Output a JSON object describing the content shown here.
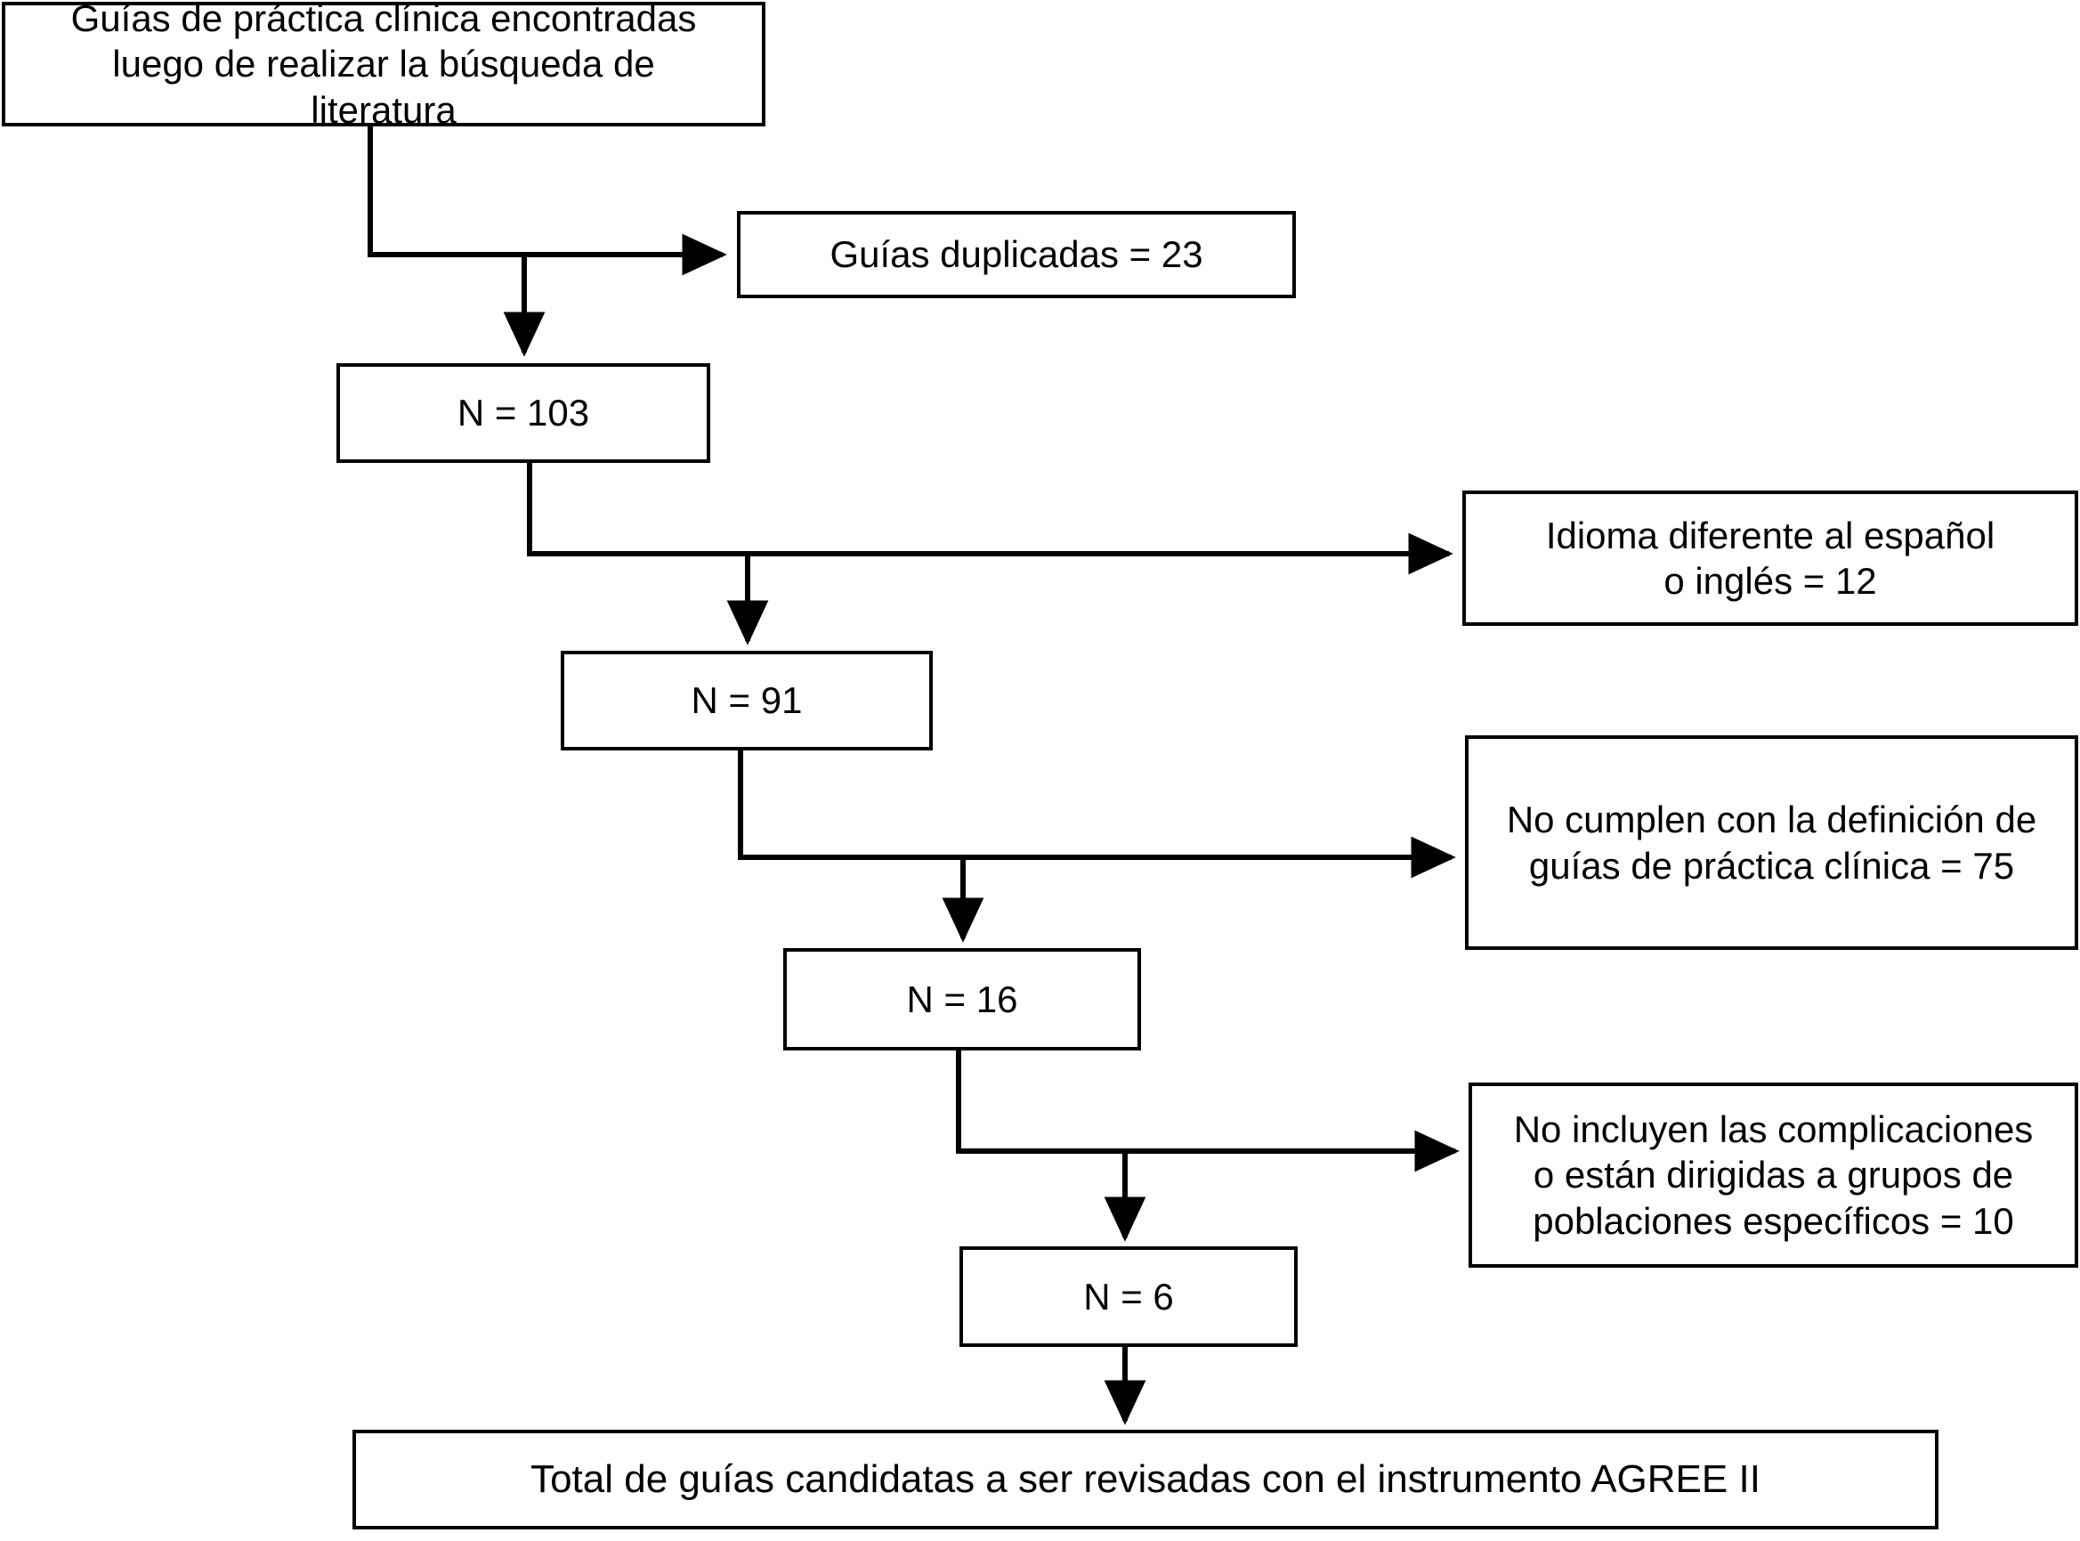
{
  "diagram": {
    "type": "prisma-flowchart",
    "language": "es",
    "line_color": "#000000",
    "box_fill": "#ffffff",
    "box_border_color": "#000000",
    "nodes": {
      "found": {
        "id": "found",
        "label": "Guías de práctica clínica encontradas\nluego de realizar la búsqueda de\nliteratura"
      },
      "duplicates": {
        "id": "duplicates",
        "label": "Guías duplicadas = 23",
        "count": 23
      },
      "n103": {
        "id": "n103",
        "label": "N = 103",
        "count": 103
      },
      "language": {
        "id": "language",
        "label": "Idioma diferente al español\no inglés = 12",
        "count": 12
      },
      "n91": {
        "id": "n91",
        "label": "N = 91",
        "count": 91
      },
      "definition": {
        "id": "definition",
        "label": "No cumplen con la definición de\nguías de práctica clínica = 75",
        "count": 75
      },
      "n16": {
        "id": "n16",
        "label": "N = 16",
        "count": 16
      },
      "complications": {
        "id": "complications",
        "label": "No incluyen las complicaciones\no están dirigidas a grupos de\npoblaciones específicos = 10",
        "count": 10
      },
      "n6": {
        "id": "n6",
        "label": "N = 6",
        "count": 6
      },
      "total": {
        "id": "total",
        "label": "Total de guías candidatas a ser revisadas con el instrumento AGREE II"
      }
    },
    "edges": [
      {
        "from": "found",
        "to": "duplicates",
        "kind": "elbow-right-arrow"
      },
      {
        "from": "found",
        "to": "n103",
        "kind": "down-arrow"
      },
      {
        "from": "n103",
        "to": "language",
        "kind": "elbow-right-arrow"
      },
      {
        "from": "n103",
        "to": "n91",
        "kind": "down-arrow"
      },
      {
        "from": "n91",
        "to": "definition",
        "kind": "elbow-right-arrow"
      },
      {
        "from": "n91",
        "to": "n16",
        "kind": "down-arrow"
      },
      {
        "from": "n16",
        "to": "complications",
        "kind": "elbow-right-arrow"
      },
      {
        "from": "n16",
        "to": "n6",
        "kind": "down-arrow"
      },
      {
        "from": "n6",
        "to": "total",
        "kind": "down-arrow"
      }
    ]
  }
}
